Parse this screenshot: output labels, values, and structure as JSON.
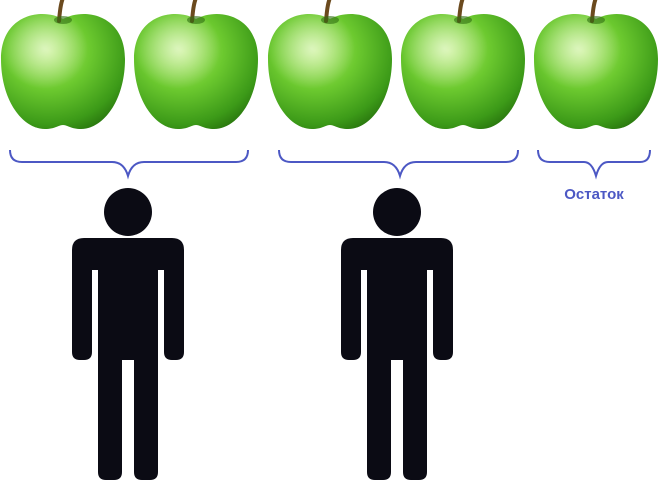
{
  "apples": [
    {
      "name": "apple-1",
      "group": "person-1"
    },
    {
      "name": "apple-2",
      "group": "person-1"
    },
    {
      "name": "apple-3",
      "group": "person-2"
    },
    {
      "name": "apple-4",
      "group": "person-2"
    },
    {
      "name": "apple-5",
      "group": "remainder"
    }
  ],
  "groups": {
    "person_1": {
      "apple_count": 2
    },
    "person_2": {
      "apple_count": 2
    },
    "remainder": {
      "apple_count": 1,
      "label": "Остаток"
    }
  },
  "colors": {
    "apple_light": "#9fe05a",
    "apple_mid": "#63c12a",
    "apple_dark": "#2f8a12",
    "stem": "#6b4a1e",
    "brace": "#4c58c4",
    "person": "#0b0b14"
  },
  "icons": [
    "apple-icon",
    "brace-icon",
    "person-icon"
  ]
}
